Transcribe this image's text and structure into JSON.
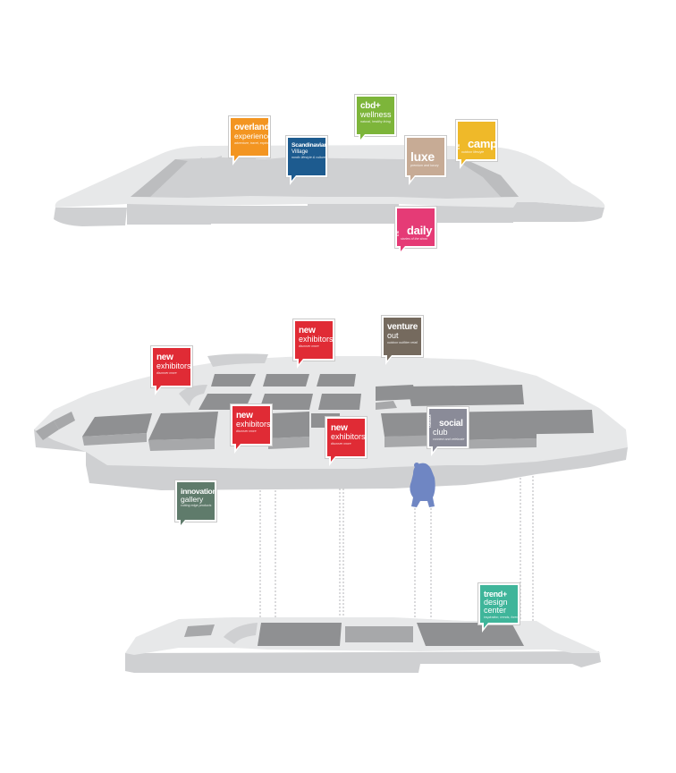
{
  "colors": {
    "floor_top": "#e7e8e9",
    "floor_side": "#cfd0d2",
    "floor_edge": "#bcbdbf",
    "booth_dark": "#8f9092",
    "booth_mid": "#a7a8aa",
    "leader": "#b5b6b8",
    "mascot": "#6f86c3"
  },
  "levels": [
    {
      "id": "upper",
      "markers": [
        {
          "id": "overland",
          "color": "#f39521",
          "line1": "overland",
          "line2": "experience",
          "sub": "adventure, travel, explore",
          "icon": "speech-pin-icon"
        },
        {
          "id": "scandinavian",
          "color": "#1d5b8f",
          "line1": "Scandinavian",
          "line2": "Village",
          "sub": "nordic lifestyle & culture",
          "icon": "speech-pin-icon"
        },
        {
          "id": "cbd",
          "color": "#7db53a",
          "line1": "cbd+",
          "line2": "wellness",
          "sub": "natural, healthy living",
          "icon": "speech-pin-icon"
        },
        {
          "id": "luxe",
          "color": "#c7ab95",
          "line1": "luxe",
          "line2": "",
          "sub": "premium and luxury",
          "icon": "speech-pin-icon"
        },
        {
          "id": "camp",
          "color": "#efb929",
          "prefix": "the",
          "line1": "camp",
          "line2": "",
          "sub": "outdoor lifestyle",
          "icon": "speech-pin-icon"
        },
        {
          "id": "daily",
          "color": "#e53b76",
          "prefix": "the",
          "line1": "daily",
          "line2": "",
          "sub": "stories of the show",
          "icon": "speech-pin-icon"
        }
      ]
    },
    {
      "id": "middle",
      "markers": [
        {
          "id": "new-exhibitors-1",
          "color": "#e02b35",
          "line1": "new",
          "line2": "exhibitors",
          "sub": "discover more",
          "icon": "speech-pin-icon"
        },
        {
          "id": "new-exhibitors-2",
          "color": "#e02b35",
          "line1": "new",
          "line2": "exhibitors",
          "sub": "discover more",
          "icon": "speech-pin-icon"
        },
        {
          "id": "venture",
          "color": "#756a5e",
          "line1": "venture",
          "line2": "out",
          "sub": "outdoor outfitter retail",
          "icon": "speech-pin-icon"
        },
        {
          "id": "new-exhibitors-3",
          "color": "#e02b35",
          "line1": "new",
          "line2": "exhibitors",
          "sub": "discover more",
          "icon": "speech-pin-icon"
        },
        {
          "id": "new-exhibitors-4",
          "color": "#e02b35",
          "line1": "new",
          "line2": "exhibitors",
          "sub": "discover more",
          "icon": "speech-pin-icon"
        },
        {
          "id": "social",
          "color": "#8a8b98",
          "prefix": "outdoor",
          "line1": "social",
          "line2": "club",
          "sub": "connect and celebrate",
          "icon": "speech-pin-icon"
        },
        {
          "id": "innovation",
          "color": "#5f7b6b",
          "line1": "innovation",
          "line2": "gallery",
          "sub": "cutting edge products",
          "icon": "speech-pin-icon"
        }
      ]
    },
    {
      "id": "lower",
      "markers": [
        {
          "id": "trend",
          "color": "#3fb59a",
          "line1": "trend+",
          "line2": "design",
          "line3": "center",
          "sub": "inspiration, trends, forecast",
          "icon": "speech-pin-icon"
        }
      ]
    }
  ],
  "mascot": {
    "name": "bear-icon"
  }
}
